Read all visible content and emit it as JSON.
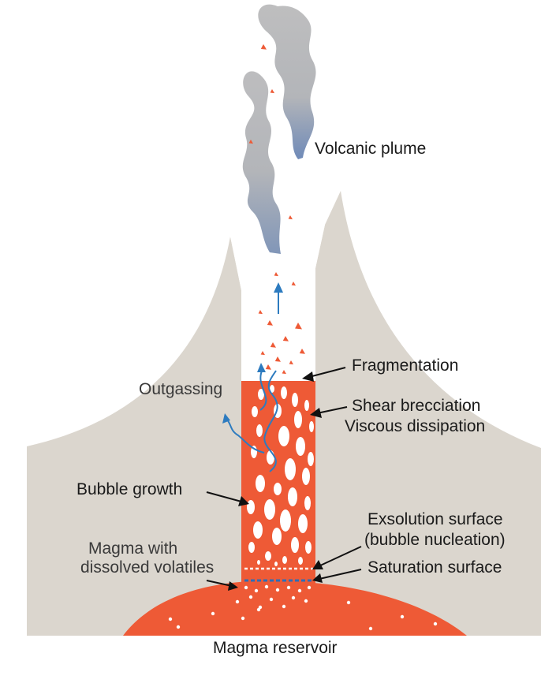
{
  "labels": {
    "plume": "Volcanic plume",
    "fragmentation": "Fragmentation",
    "outgassing": "Outgassing",
    "shear": "Shear brecciation",
    "viscous": "Viscous dissipation",
    "bubble_growth": "Bubble growth",
    "exsolution_1": "Exsolution surface",
    "exsolution_2": "(bubble nucleation)",
    "magma_with_1": "Magma with",
    "magma_with_2": "dissolved volatiles",
    "saturation": "Saturation surface",
    "reservoir": "Magma reservoir"
  },
  "colors": {
    "rock": "#dbd6ce",
    "magma": "#ee5a36",
    "plume": "#b9b9bb",
    "plume_base": "#7f93b4",
    "arrow_blue": "#2d7bbf",
    "exsolution_line": "#ffffff",
    "saturation_line": "#2f6db5",
    "leader": "#111111"
  }
}
